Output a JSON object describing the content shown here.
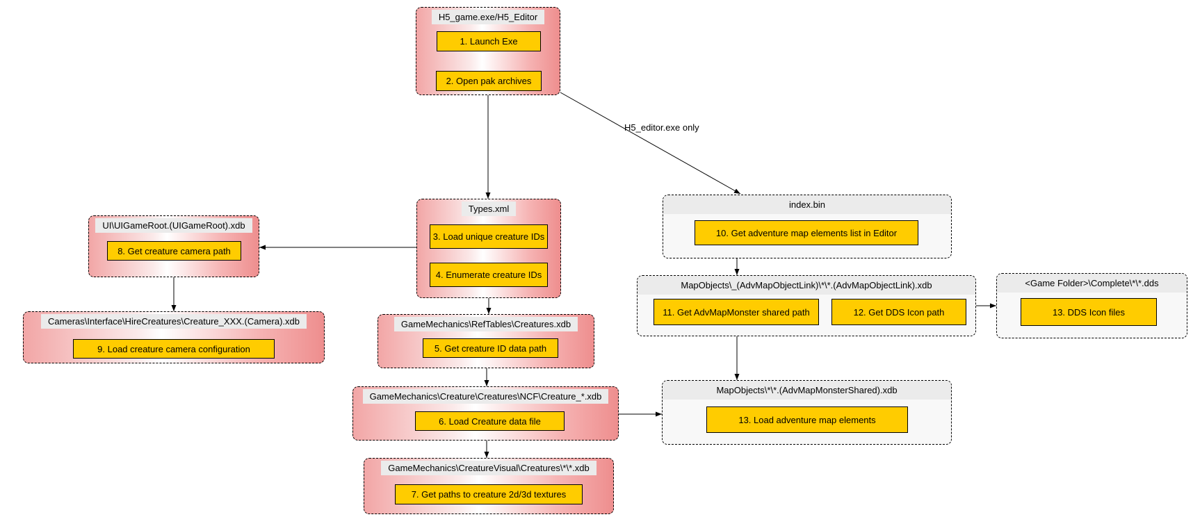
{
  "edge_label": "H5_editor.exe only",
  "colors": {
    "step_fill": "#FFCC00",
    "pink_edge_left": "#F2A6A6",
    "pink_edge_right": "#EE8E8E",
    "header_gray": "#EBEBEB",
    "gray_body": "#F8F8F8",
    "border": "#000000",
    "canvas_background": "#FFFFFF"
  },
  "containers": {
    "game_exe": {
      "title": "H5_game.exe/H5_Editor",
      "steps": [
        "1. Launch Exe",
        "2. Open pak archives"
      ]
    },
    "types_xml": {
      "title": "Types.xml",
      "steps": [
        "3. Load unique creature IDs",
        "4. Enumerate creature IDs"
      ]
    },
    "ui_gameroot": {
      "title": "UI\\UIGameRoot.(UIGameRoot).xdb",
      "steps": [
        "8. Get creature camera path"
      ]
    },
    "cameras": {
      "title": "Cameras\\Interface\\HireCreatures\\Creature_XXX.(Camera).xdb",
      "steps": [
        "9. Load creature camera configuration"
      ]
    },
    "reftables": {
      "title": "GameMechanics\\RefTables\\Creatures.xdb",
      "steps": [
        "5. Get creature ID data path"
      ]
    },
    "ncf_creature": {
      "title": "GameMechanics\\Creature\\Creatures\\NCF\\Creature_*.xdb",
      "steps": [
        "6. Load Creature data file"
      ]
    },
    "creature_visual": {
      "title": "GameMechanics\\CreatureVisual\\Creatures\\*\\*.xdb",
      "steps": [
        "7. Get paths to creature 2d/3d textures"
      ]
    },
    "index_bin": {
      "title": "index.bin",
      "steps": [
        "10. Get adventure map elements list in Editor"
      ]
    },
    "adv_map_object_link": {
      "title": "MapObjects\\_(AdvMapObjectLink)\\*\\*.(AdvMapObjectLink).xdb",
      "steps": [
        "11. Get AdvMapMonster shared path",
        "12. Get DDS Icon path"
      ]
    },
    "game_folder_dds": {
      "title": "<Game Folder>\\Complete\\*\\*.dds",
      "steps": [
        "13. DDS Icon files"
      ]
    },
    "adv_map_monster_shared": {
      "title": "MapObjects\\*\\*.(AdvMapMonsterShared).xdb",
      "steps": [
        "13. Load adventure map elements"
      ]
    }
  }
}
